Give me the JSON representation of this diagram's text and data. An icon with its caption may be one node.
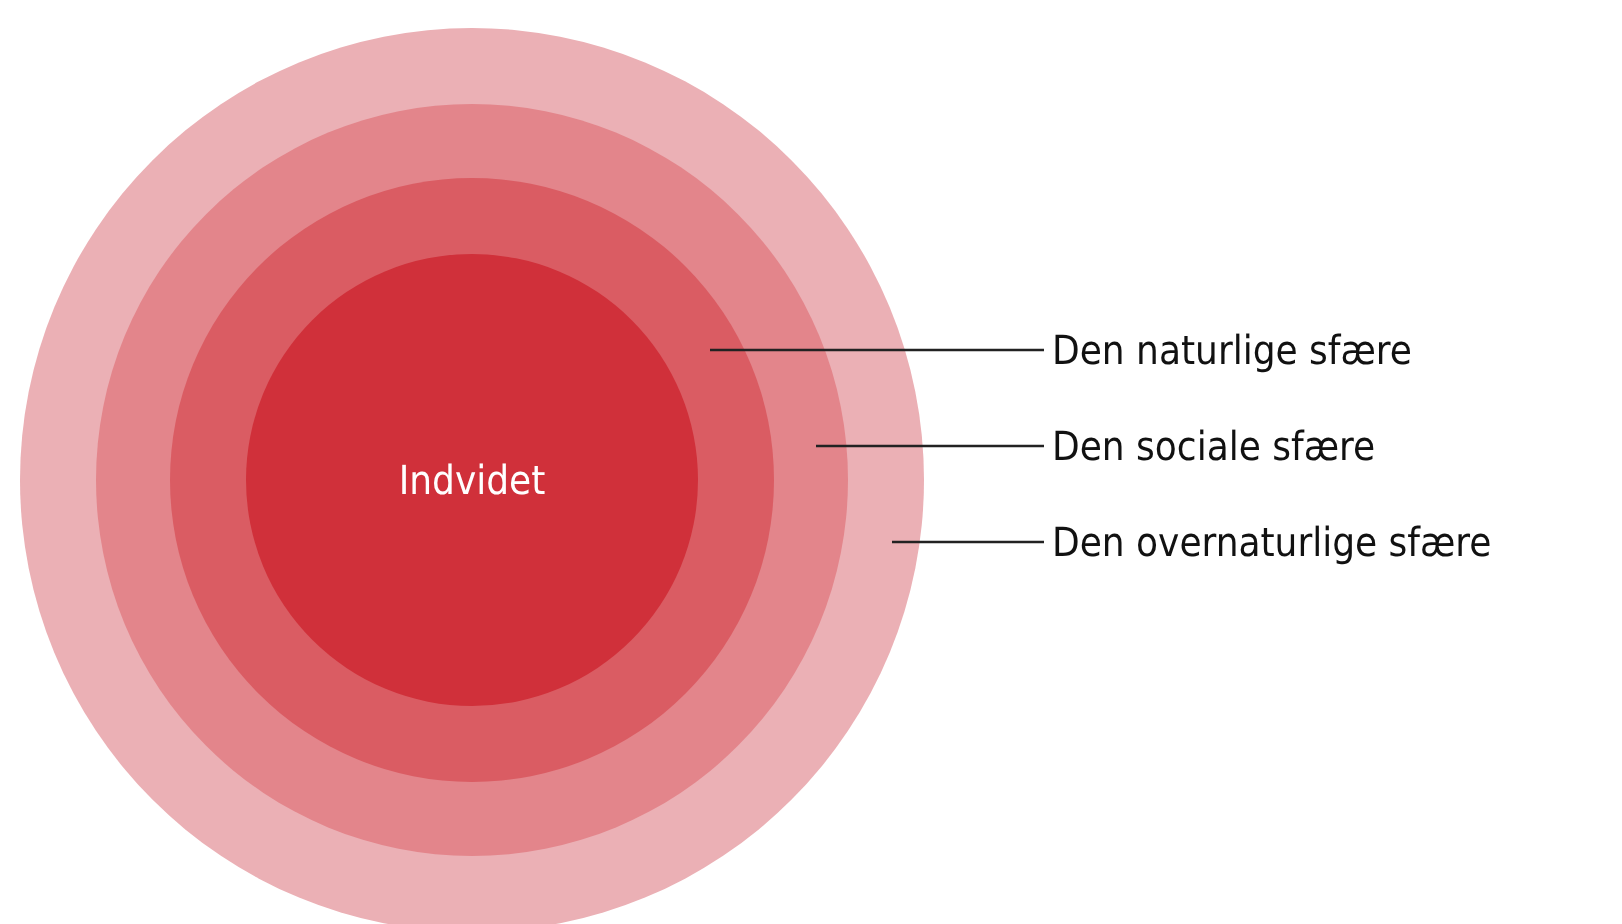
{
  "diagram": {
    "nodes": [
      {
        "text": [],
        "shape": "circle"
      },
      {
        "text": [],
        "shape": "circle",
        "in": 0
      },
      {
        "text": [],
        "shape": "circle",
        "in": 1
      },
      {
        "text": [
          "Indvidet"
        ],
        "in": 2
      },
      {
        "text": [
          "Den naturlige sfære"
        ]
      },
      {
        "text": [
          "Den sociale sfære"
        ]
      },
      {
        "text": [
          "Den overnaturlige sfære"
        ]
      }
    ],
    "edges": [
      {
        "from": 4,
        "to": 2,
        "arrow": "none"
      },
      {
        "from": 5,
        "to": 1,
        "arrow": "none"
      },
      {
        "from": 6,
        "to": 0,
        "arrow": "none"
      }
    ]
  }
}
